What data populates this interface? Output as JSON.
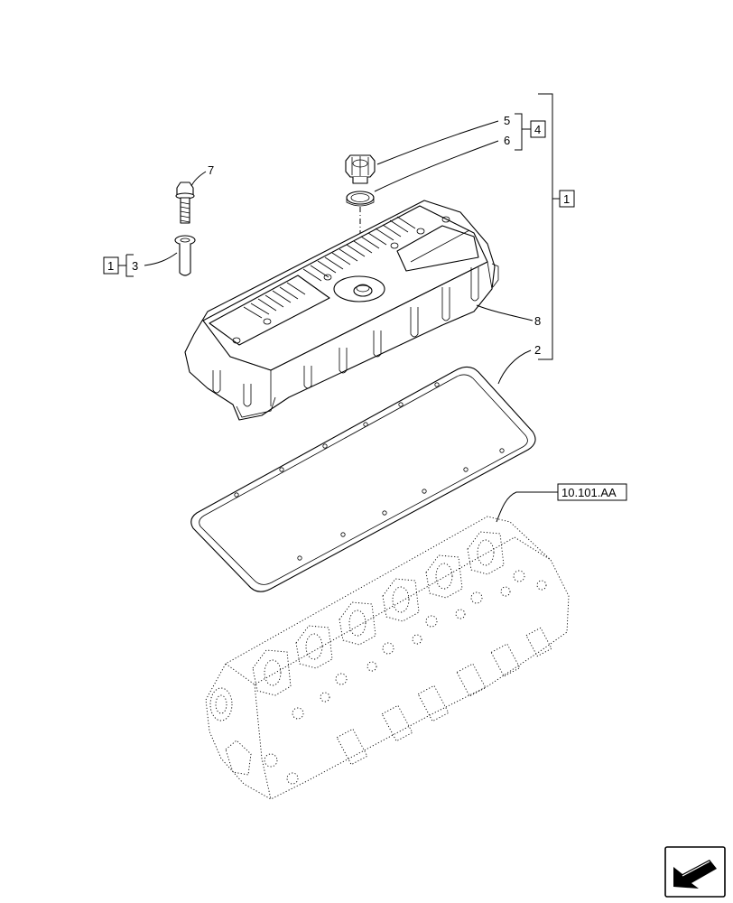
{
  "diagram": {
    "callouts": {
      "c5": "5",
      "c6": "6",
      "c4": "4",
      "c7": "7",
      "c3": "3",
      "c1_left": "1",
      "c1_right": "1",
      "c8": "8",
      "c2": "2",
      "ref": "10.101.AA"
    }
  },
  "nav": {
    "icon": "next-page-arrow-icon"
  }
}
